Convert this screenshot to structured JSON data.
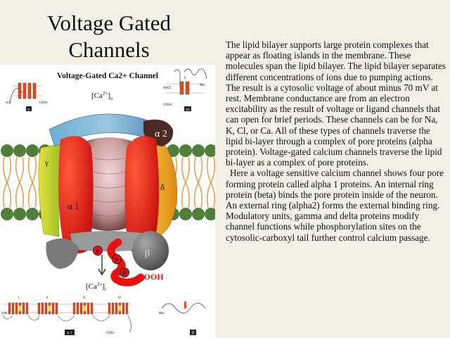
{
  "slide": {
    "title_line1": "Voltage Gated",
    "title_line2": "Channels",
    "paragraph1": "The lipid bilayer supports large protein complexes that appear as floating islands in the membrane.   These molecules span the lipid bilayer.   The lipid bilayer separates different concentrations of ions due to pumping actions.  The result is a cytosolic voltage of about minus 70 mV at rest. Membrane conductance are from an electron excitability as the result of voltage or ligand channels that can open for brief periods.  These channels can be for Na, K, Cl, or Ca.  All of these types of channels traverse the lipid bi-layer through a complex of  pore proteins (alpha protein). Voltage-gated calcium channels traverse the lipid bi-layer as a complex of  pore proteins.",
    "paragraph2": "Here a voltage sensitive calcium channel shows four pore forming protein called alpha 1 proteins.  An internal ring protein (beta) binds the pore protein inside of the neuron.   An external ring (alpha2)  forms the external binding ring. Modulatory units, gamma and delta proteins modify channel functions while phosphorylation sites on the cytosolic-carboxyl tail further control calcium passage."
  },
  "figure": {
    "title": "Voltage-Gated Ca2+ Channel",
    "ca_out_base": "[Ca",
    "ca_out_sup": "2+",
    "ca_out_close": "]",
    "ca_out_sub": "o",
    "ca_in_base": "[Ca",
    "ca_in_sup": "2+",
    "ca_in_close": "]",
    "ca_in_sub": "i",
    "alpha2": "α 2",
    "alpha1": "α 1",
    "gamma": "γ",
    "delta": "δ",
    "beta": "β",
    "phospho": "P",
    "cooh": "COOH",
    "inset_gamma": "γ",
    "inset_alpha2": "α2",
    "inset_alpha1": "α 1",
    "inset_beta": "β",
    "inset_gamma_nterm": "H₂N",
    "inset_gamma_cterm": "COOH",
    "inset_alpha2_s": "S",
    "inset_alpha2_nh2": "NH₂",
    "inset_alpha2_hooc": "HOOC",
    "inset_alpha2_cooh": "COOH",
    "domain_1": "I",
    "domain_2": "II",
    "domain_3": "III",
    "domain_4": "IV",
    "bottom_nterm": "H₂N",
    "bottom_cooh": "COOH",
    "beta_nh2": "NH₂"
  },
  "colors": {
    "background": "#f2efe4",
    "lipid_head": "#4f7f3a",
    "lipid_tail": "#e8a050",
    "alpha1": "#e8231e",
    "alpha2_cap": "#7ab8d8",
    "pore": "#c8a0a0",
    "beta": "#787878",
    "gamma": "#c8d030",
    "delta": "#e0a020",
    "cooh": "#e81010"
  }
}
